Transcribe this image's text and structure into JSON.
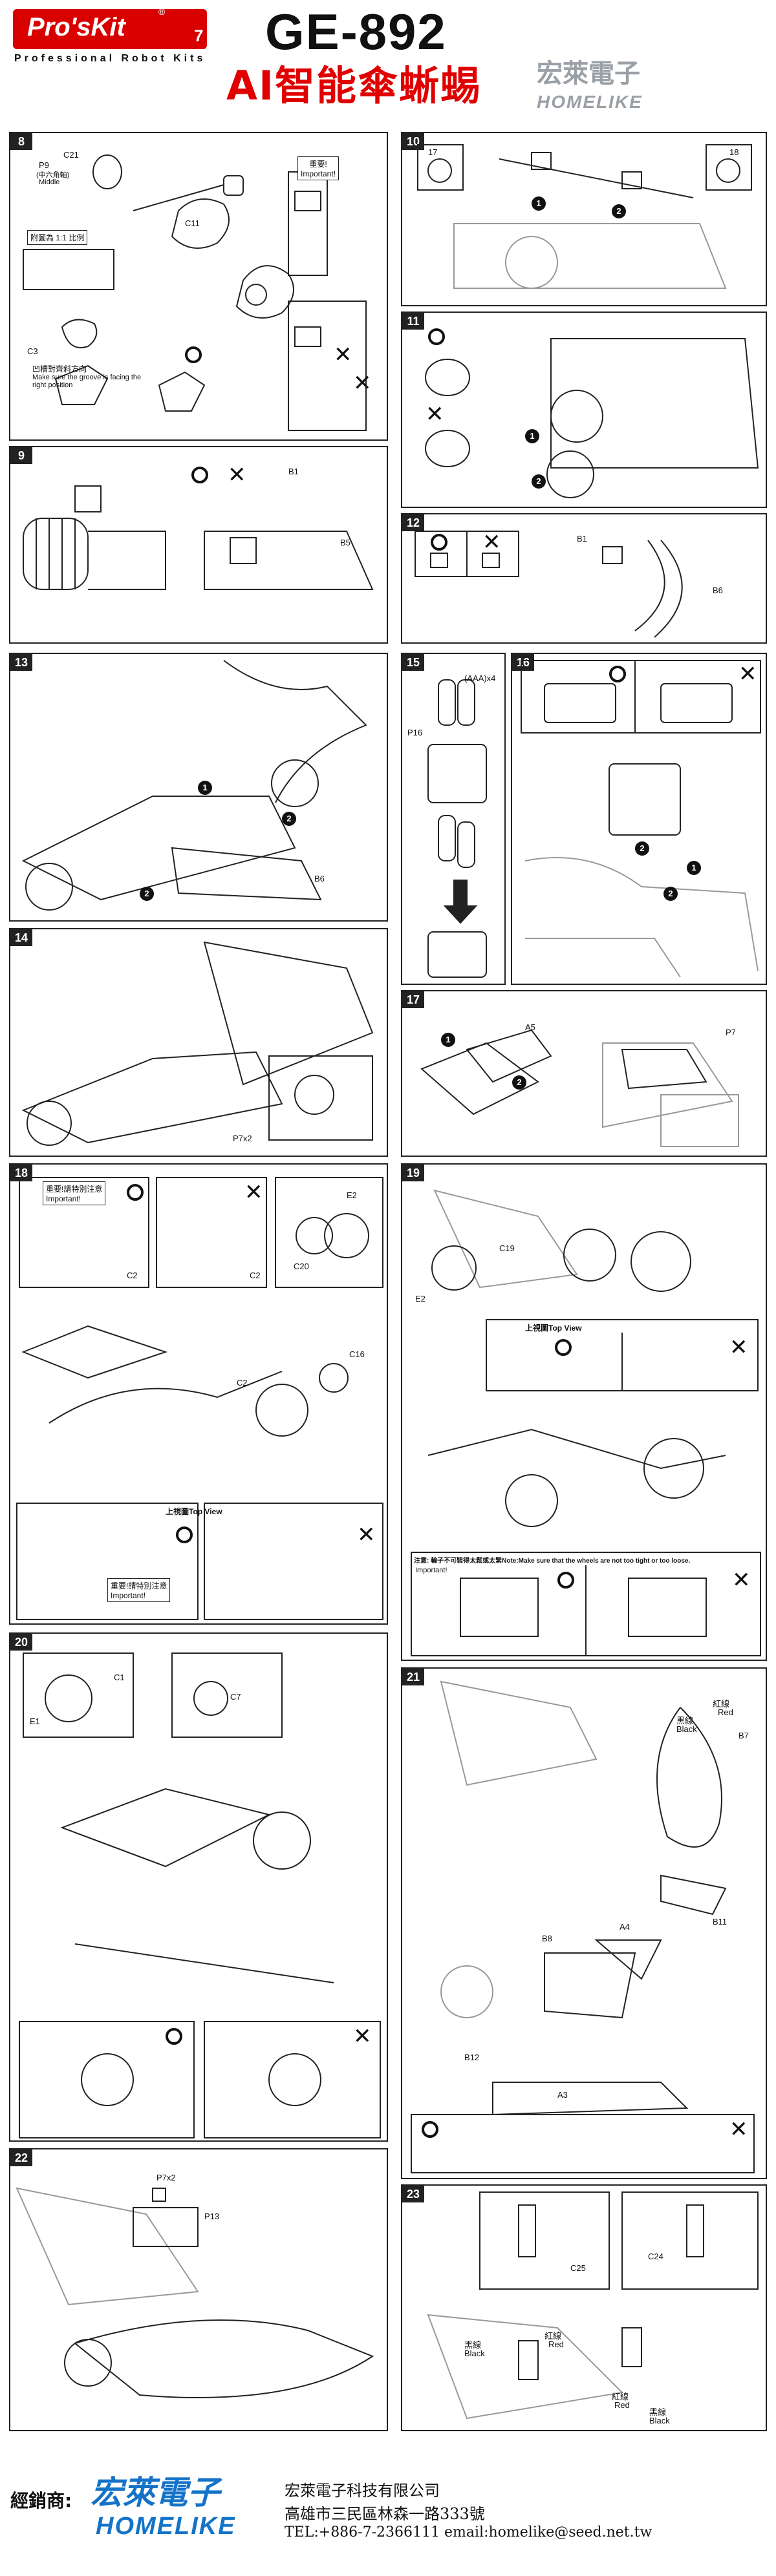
{
  "header": {
    "logo": "Pro'sKit",
    "reg": "®",
    "page_number": "7",
    "tagline": "Professional Robot Kits",
    "model": "GE-892",
    "title": "AI智能傘蜥蜴",
    "brand_cn": "宏萊電子",
    "brand_en": "HOMELIKE"
  },
  "steps": {
    "s8": {
      "num": "8",
      "c21": "C21",
      "p9": "P9",
      "middle_cn": "(中六角軸)",
      "middle": "Middle",
      "c11": "C11",
      "important_cn": "重要!",
      "important": "Important!",
      "scale": "附圖為 1:1 比例",
      "c3": "C3",
      "groove_cn": "凹槽對齊斜方向",
      "groove": "Make sure the groove is facing the right position"
    },
    "s9": {
      "num": "9",
      "b1": "B1",
      "b5": "B5"
    },
    "s10": {
      "num": "10",
      "n17": "17",
      "n18": "18"
    },
    "s11": {
      "num": "11"
    },
    "s12": {
      "num": "12",
      "b1": "B1",
      "b6": "B6"
    },
    "s13": {
      "num": "13",
      "b6": "B6"
    },
    "s14": {
      "num": "14",
      "p7x2": "P7x2"
    },
    "s15": {
      "num": "15",
      "aaa": "(AAA)x4",
      "p16": "P16"
    },
    "s16": {
      "num": "16"
    },
    "s17": {
      "num": "17",
      "a5": "A5",
      "p7": "P7"
    },
    "s18": {
      "num": "18",
      "important_cn": "重要!請特別注意",
      "important": "Important!",
      "c2a": "C2",
      "c2b": "C2",
      "c2c": "C2",
      "e2": "E2",
      "c20": "C20",
      "c16": "C16",
      "top_view": "上視圖Top View",
      "important2_cn": "重要!請特別注意",
      "important2": "Important!"
    },
    "s19": {
      "num": "19",
      "c19": "C19",
      "e2": "E2",
      "top_view": "上視圖Top View",
      "note": "注意: 輪子不可裝得太鬆或太緊Note:Make sure that the wheels are not too tight or too loose.",
      "important": "Important!"
    },
    "s20": {
      "num": "20",
      "c1": "C1",
      "c7": "C7",
      "e1": "E1"
    },
    "s21": {
      "num": "21",
      "red_cn": "紅線",
      "red": "Red",
      "black_cn": "黑線",
      "black": "Black",
      "b7": "B7",
      "b8": "B8",
      "a4": "A4",
      "b11": "B11",
      "b12": "B12",
      "a3": "A3"
    },
    "s22": {
      "num": "22",
      "p7x2": "P7x2",
      "p13": "P13"
    },
    "s23": {
      "num": "23",
      "c25": "C25",
      "c24": "C24",
      "black_cn": "黑線",
      "black": "Black",
      "red_cn": "紅線",
      "red": "Red",
      "red2_cn": "紅線",
      "red2": "Red",
      "black2_cn": "黑線",
      "black2": "Black"
    }
  },
  "footer": {
    "distributor": "經銷商:",
    "brand_cn": "宏萊電子",
    "brand_en": "HOMELIKE",
    "company": "宏萊電子科技有限公司",
    "address": "高雄市三民區林森一路333號",
    "contact": "TEL:+886-7-2366111   email:homelike@seed.net.tw"
  },
  "colors": {
    "accent_red": "#e00000",
    "logo_red": "#d90000",
    "brand_blue": "#1473c8",
    "brand_grey": "#9aa0a6"
  }
}
